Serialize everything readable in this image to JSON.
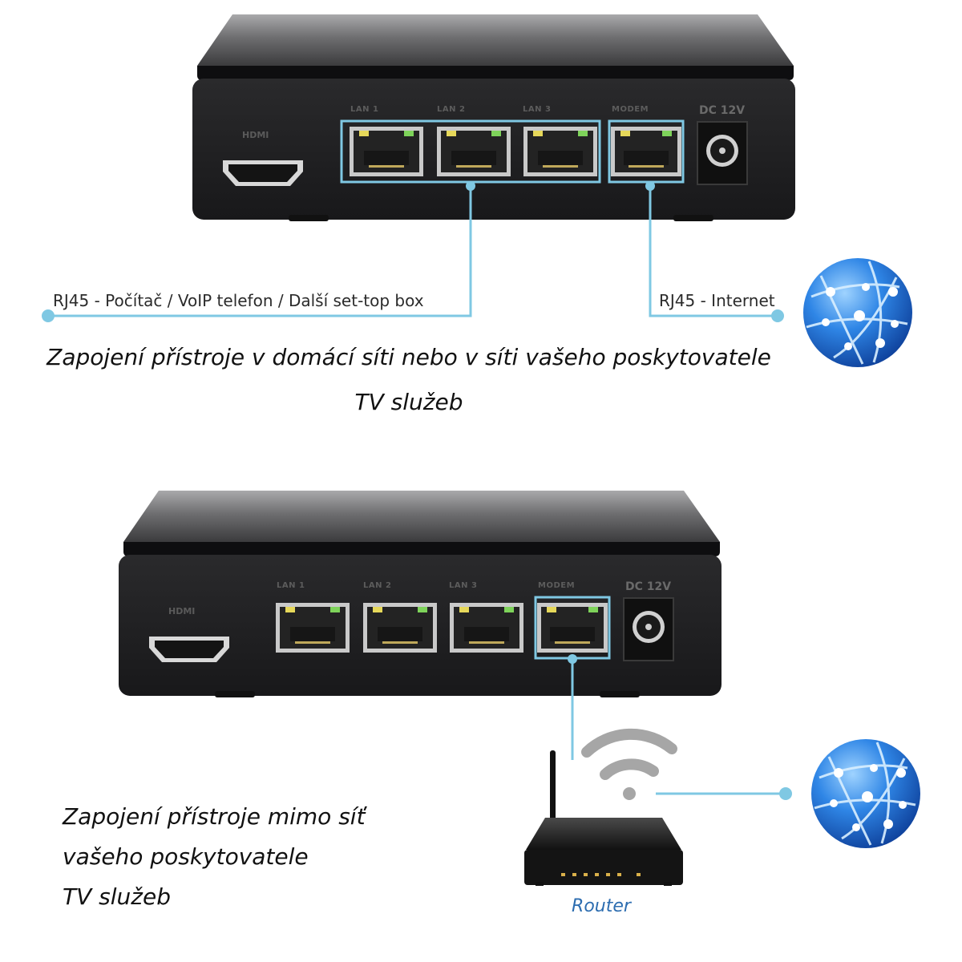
{
  "device": {
    "port_labels": [
      "LAN 1",
      "LAN 2",
      "LAN 3",
      "MODEM"
    ],
    "power_label": "DC 12V",
    "hdmi_label": "HDMI"
  },
  "top_diagram": {
    "lan_connection_label": "RJ45 - Počítač / VoIP telefon / Další set-top box",
    "internet_connection_label": "RJ45 - Internet",
    "caption_lines": [
      "Zapojení přístroje v domácí síti nebo v síti vašeho poskytovatele",
      "TV služeb"
    ]
  },
  "bottom_diagram": {
    "caption_lines": [
      "Zapojení přístroje mimo síť",
      "vašeho poskytovatele",
      "TV služeb"
    ],
    "router_label": "Router"
  },
  "colors": {
    "highlight": "#7fc8e3",
    "device_body": "#1f1f21",
    "globe": "#1f6fd0",
    "wifi": "#a6a6a6"
  },
  "icons": [
    "hdmi-port-icon",
    "rj45-port-icon",
    "power-jack-icon",
    "globe-icon",
    "wifi-icon",
    "router-icon"
  ]
}
